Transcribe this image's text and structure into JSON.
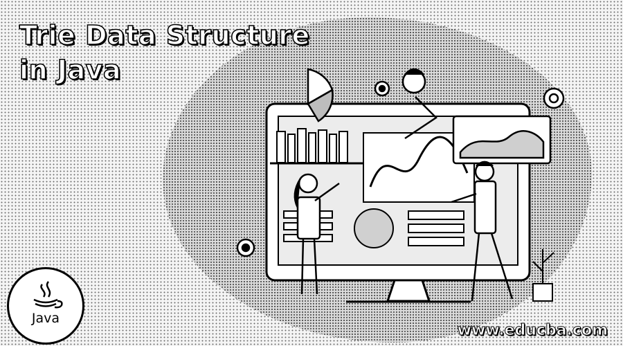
{
  "banner": {
    "title_line1": "Trie Data Structure",
    "title_line2": "in Java",
    "badge_label": "Java",
    "badge_icon": "java-coffee-cup-icon",
    "website": "www.educba.com",
    "illustration": "people-working-with-charts-on-big-screen",
    "colors": {
      "ink": "#000000",
      "paper": "#ffffff"
    }
  }
}
